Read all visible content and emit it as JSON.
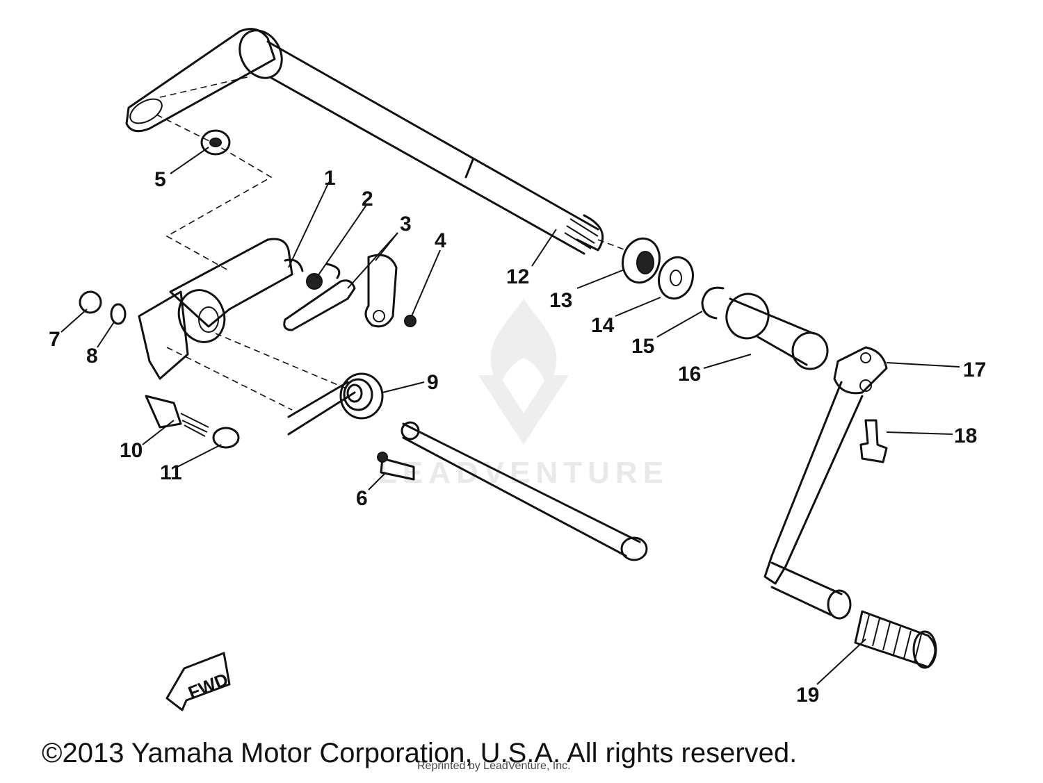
{
  "callouts": [
    {
      "id": "part-1",
      "label": "1"
    },
    {
      "id": "part-2",
      "label": "2"
    },
    {
      "id": "part-3",
      "label": "3"
    },
    {
      "id": "part-4",
      "label": "4"
    },
    {
      "id": "part-5",
      "label": "5"
    },
    {
      "id": "part-6",
      "label": "6"
    },
    {
      "id": "part-7",
      "label": "7"
    },
    {
      "id": "part-8",
      "label": "8"
    },
    {
      "id": "part-9",
      "label": "9"
    },
    {
      "id": "part-10",
      "label": "10"
    },
    {
      "id": "part-11",
      "label": "11"
    },
    {
      "id": "part-12",
      "label": "12"
    },
    {
      "id": "part-13",
      "label": "13"
    },
    {
      "id": "part-14",
      "label": "14"
    },
    {
      "id": "part-15",
      "label": "15"
    },
    {
      "id": "part-16",
      "label": "16"
    },
    {
      "id": "part-17",
      "label": "17"
    },
    {
      "id": "part-18",
      "label": "18"
    },
    {
      "id": "part-19",
      "label": "19"
    }
  ],
  "direction_marker": "FWD",
  "watermark": "LEADVENTURE",
  "copyright": "©2013 Yamaha Motor Corporation, U.S.A. All rights reserved.",
  "credit": "Reprinted by LeadVenture, Inc."
}
